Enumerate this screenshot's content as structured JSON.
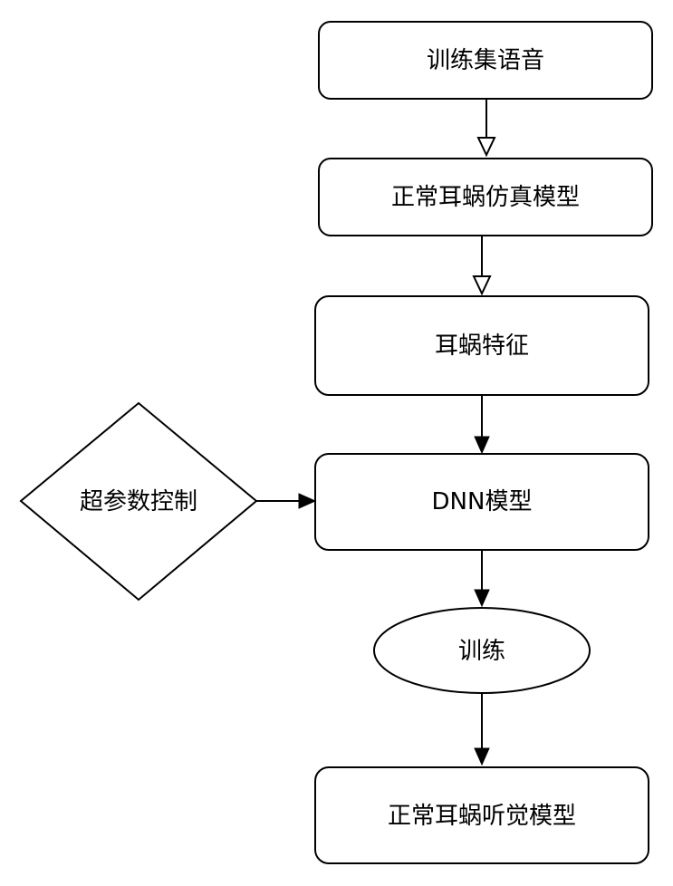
{
  "nodes": {
    "training_speech": {
      "label": "训练集语音",
      "shape": "rounded-rectangle"
    },
    "cochlea_model": {
      "label": "正常耳蜗仿真模型",
      "shape": "rounded-rectangle"
    },
    "cochlear_features": {
      "label": "耳蜗特征",
      "shape": "rounded-rectangle"
    },
    "dnn_model": {
      "label": "DNN模型",
      "shape": "rounded-rectangle"
    },
    "hyperparameter_control": {
      "label": "超参数控制",
      "shape": "diamond"
    },
    "training": {
      "label": "训练",
      "shape": "ellipse"
    },
    "auditory_model": {
      "label": "正常耳蜗听觉模型",
      "shape": "rounded-rectangle"
    }
  },
  "edges": [
    {
      "from": "training_speech",
      "to": "cochlea_model",
      "arrowhead": "open-triangle"
    },
    {
      "from": "cochlea_model",
      "to": "cochlear_features",
      "arrowhead": "open-triangle"
    },
    {
      "from": "cochlear_features",
      "to": "dnn_model",
      "arrowhead": "solid"
    },
    {
      "from": "hyperparameter_control",
      "to": "dnn_model",
      "arrowhead": "solid"
    },
    {
      "from": "dnn_model",
      "to": "training",
      "arrowhead": "solid"
    },
    {
      "from": "training",
      "to": "auditory_model",
      "arrowhead": "solid"
    }
  ],
  "colors": {
    "stroke": "#000000",
    "fill": "#ffffff",
    "text": "#000000"
  }
}
